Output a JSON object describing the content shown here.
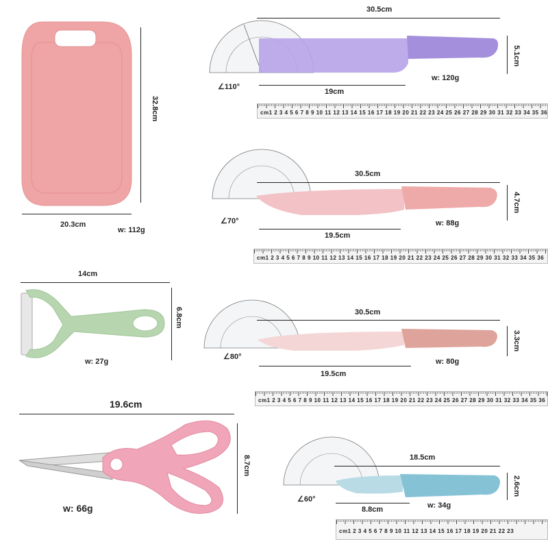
{
  "cutting_board": {
    "width": "20.3cm",
    "height": "32.8cm",
    "weight": "w:  112g",
    "color": "#efa5a5"
  },
  "peeler": {
    "width": "14cm",
    "height": "6.8cm",
    "weight": "w:  27g",
    "color": "#b7d6b0"
  },
  "scissors": {
    "width": "19.6cm",
    "height": "8.7cm",
    "weight": "w:  66g",
    "color": "#f1a5b9"
  },
  "knife1": {
    "length": "30.5cm",
    "blade": "19cm",
    "height": "5.1cm",
    "weight": "w:  120g",
    "angle": "∠110°",
    "blade_color": "#b7a3e8",
    "handle_color": "#a38fdc"
  },
  "knife2": {
    "length": "30.5cm",
    "blade": "19.5cm",
    "height": "4.7cm",
    "weight": "w:  88g",
    "angle": "∠70°",
    "blade_color": "#f3c2c6",
    "handle_color": "#eeaaa9"
  },
  "knife3": {
    "length": "30.5cm",
    "blade": "19.5cm",
    "height": "3.3cm",
    "weight": "w:  80g",
    "angle": "∠80°",
    "blade_color": "#f5d6d6",
    "handle_color": "#dea39a"
  },
  "knife4": {
    "length": "18.5cm",
    "blade": "8.8cm",
    "height": "2.6cm",
    "weight": "w:  34g",
    "angle": "∠60°",
    "blade_color": "#b8dbe6",
    "handle_color": "#86c2d6"
  },
  "rulers": {
    "r1": "cm1 2 3 4 5 6 7 8 9 10 11 12 13 14 15 16 17 18 19 20 21 22 23 24 25 26 27 28 29 30 31 32 33 34 35 36",
    "r2": "cm1 2 3 4 5 6 7 8 9 10 11 12 13 14 15 16 17 18 19 20 21 22 23 24 25 26 27 28 29 30 31 32 33 34 35 36",
    "r3": "cm1 2 3 4 5 6 7 8 9 10 11 12 13 14 15 16 17 18 19 20 21 22 23 24 25 26 27 28 29 30 31 32 33 34 35 36",
    "r4": "cm1 2 3 4 5 6 7 8 9 10 11 12 13 14 15 16 17 18 19 20 21 22 23"
  }
}
